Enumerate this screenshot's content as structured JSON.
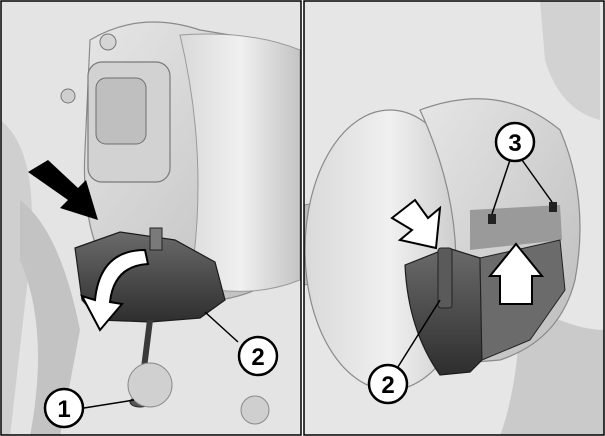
{
  "panels": {
    "left": {
      "callouts": [
        {
          "label": "1"
        },
        {
          "label": "2"
        }
      ]
    },
    "right": {
      "callouts": [
        {
          "label": "2"
        },
        {
          "label": "3"
        }
      ]
    }
  },
  "colors": {
    "background": "#ffffff",
    "frame": "#000000",
    "housing_light": "#d6d6d6",
    "housing_mid": "#bdbdbd",
    "part_dark": "#4a4a4a",
    "arrow_fill": "#ffffff"
  }
}
